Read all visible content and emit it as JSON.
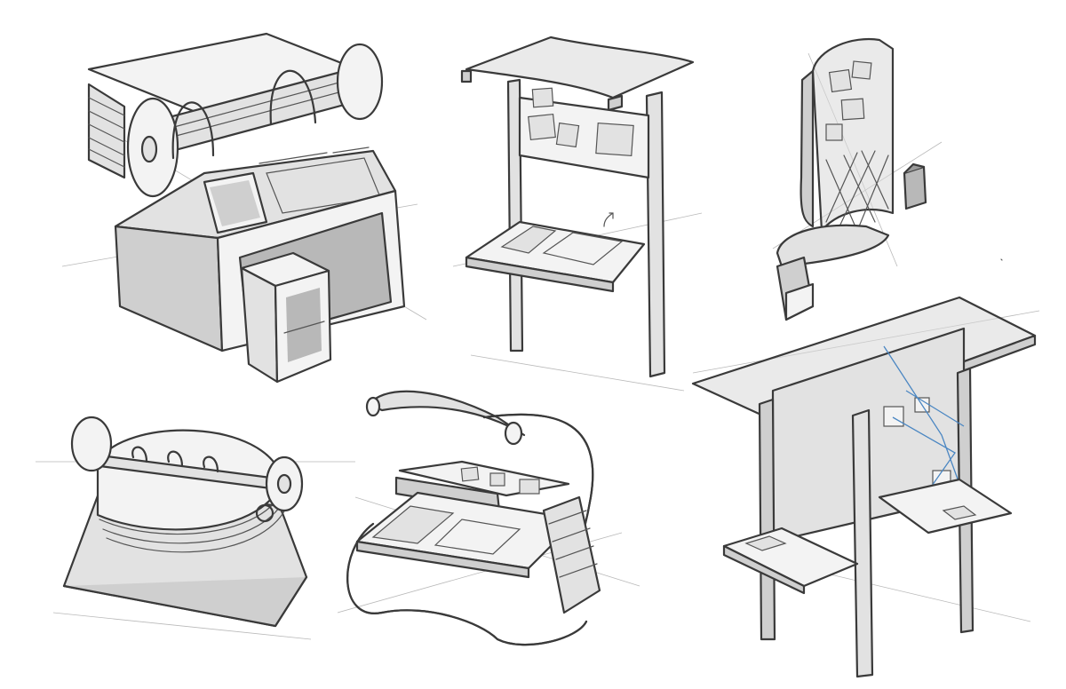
{
  "sketches": [
    {
      "id": "rolodex-desk",
      "icon": "rolodex-desk-with-stool-sketch"
    },
    {
      "id": "canopy-board-stand",
      "icon": "canopy-notice-board-stand-sketch"
    },
    {
      "id": "curved-panel-kiosk",
      "icon": "curved-panel-kiosk-sketch"
    },
    {
      "id": "rolodex-card-file",
      "icon": "rolodex-card-file-sketch"
    },
    {
      "id": "tube-frame-desk",
      "icon": "tube-frame-canopy-desk-sketch"
    },
    {
      "id": "glass-top-board-stand",
      "icon": "glass-top-board-stand-sketch"
    }
  ],
  "colors": {
    "background": "#ffffff",
    "ink": "#3a3a3a",
    "shade": "#cfcfcf",
    "accent": "#4a86c2"
  }
}
